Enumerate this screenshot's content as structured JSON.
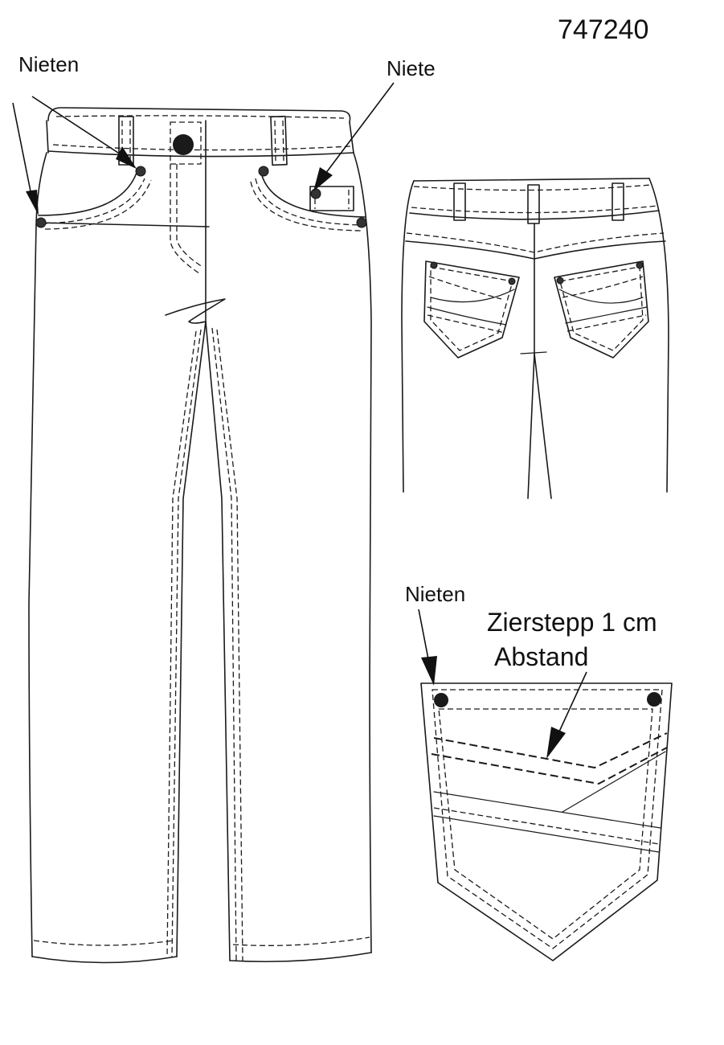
{
  "article_number": "747240",
  "callouts": {
    "front_left_rivets": "Nieten",
    "front_right_rivet": "Niete",
    "pocket_rivets": "Nieten",
    "topstitch_line1": "Zierstepp 1 cm",
    "topstitch_line2": "Abstand"
  },
  "icons": {
    "rivet": "rivet-icon",
    "arrow": "arrow-icon"
  },
  "colors": {
    "line": "#1a1a1a",
    "background": "#ffffff"
  }
}
